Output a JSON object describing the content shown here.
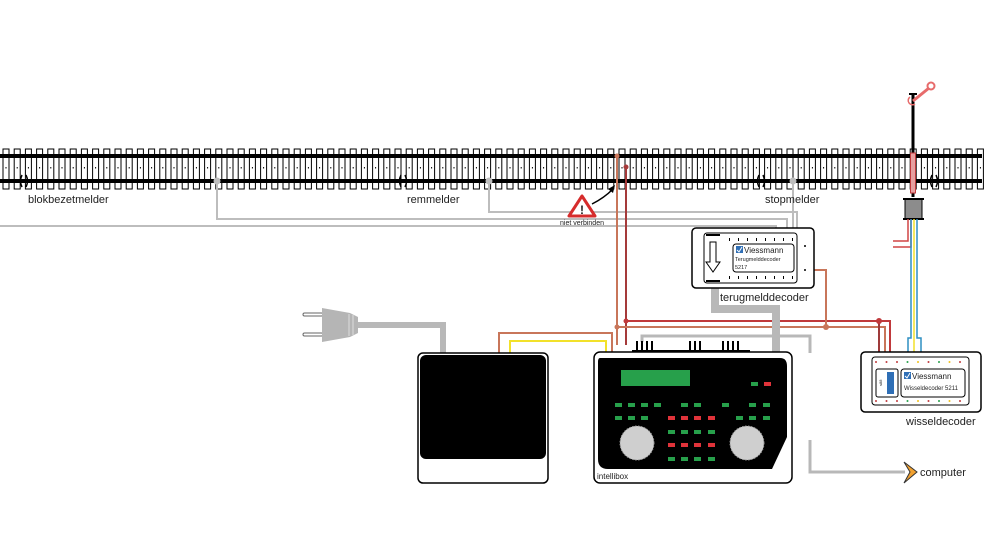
{
  "track": {
    "sections": [
      {
        "id": "blokbezetmelder",
        "label": "blokbezetmelder"
      },
      {
        "id": "remmelder",
        "label": "remmelder"
      },
      {
        "id": "stopmelder",
        "label": "stopmelder"
      }
    ]
  },
  "warning": {
    "symbol": "!",
    "label": "niet verbinden"
  },
  "devices": {
    "terugmelddecoder": {
      "label": "terugmelddecoder",
      "brand": "Viessmann",
      "model": "Terugmelddecoder",
      "number": "5217"
    },
    "wisseldecoder": {
      "label": "wisseldecoder",
      "brand": "Viessmann",
      "model": "Wisseldecoder 5211",
      "side_label": "s88"
    },
    "intellibox": {
      "label": "intellibox"
    },
    "transformer": {
      "label": ""
    },
    "computer": {
      "label": "computer"
    }
  },
  "colors": {
    "rail": "#000000",
    "gray_wire": "#bdbdbd",
    "thick_cable": "#b8b8b8",
    "red_wire": "#c0393b",
    "brown_wire": "#c8765a",
    "darkred_wire": "#9e3a3a",
    "yellow_wire": "#f2e12a",
    "blue_wire": "#2f8fc2",
    "signal_red": "#e76b6b",
    "display_green": "#27a04b",
    "led_red": "#e0333a",
    "knob_gray": "#cfcfcf",
    "arrow_orange": "#f0a030",
    "warning_red": "#d62c2c"
  }
}
